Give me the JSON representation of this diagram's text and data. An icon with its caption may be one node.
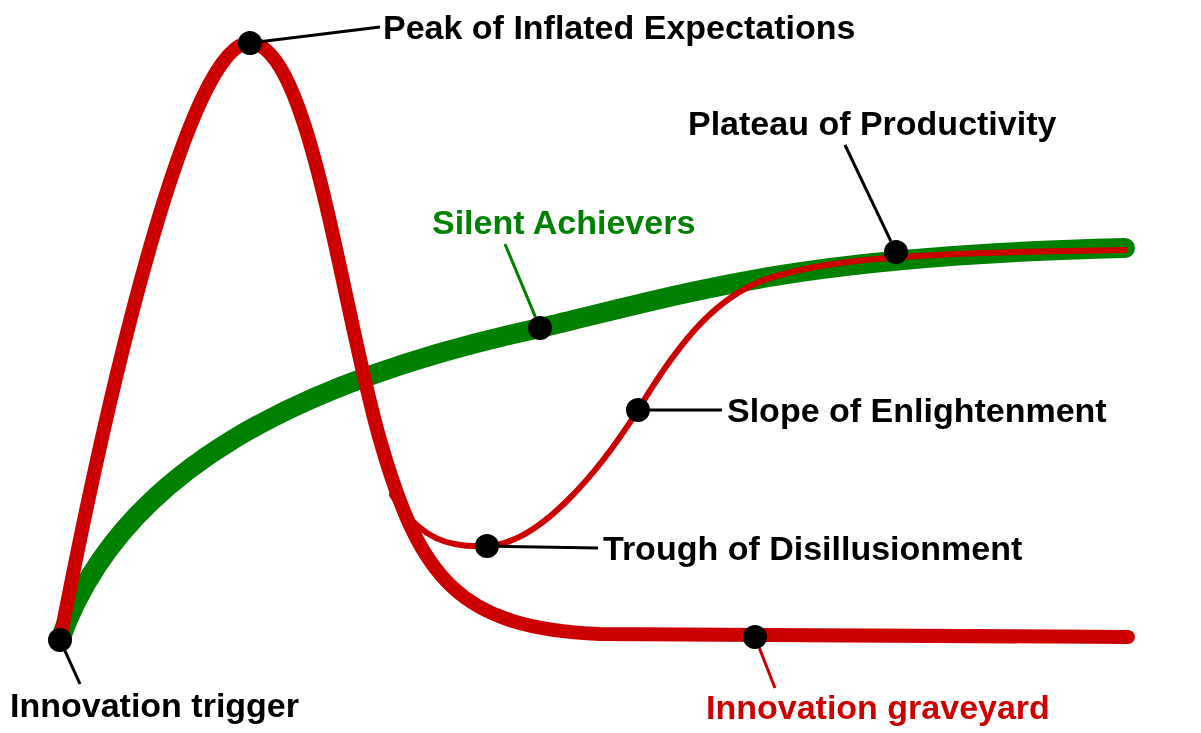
{
  "diagram": {
    "nodes": [
      {
        "text": [
          "Peak of Inflated Expectations"
        ]
      },
      {
        "text": [],
        "shape": "circle"
      },
      {
        "text": [
          "Plateau of Productivity"
        ]
      },
      {
        "text": [],
        "shape": "circle"
      },
      {
        "text": [
          "Silent Achievers"
        ]
      },
      {
        "text": [],
        "shape": "circle"
      },
      {
        "text": [
          "Slope of Enlightenment"
        ]
      },
      {
        "text": [],
        "shape": "circle"
      },
      {
        "text": [
          "Trough of Disillusionment"
        ]
      },
      {
        "text": [],
        "shape": "circle"
      },
      {
        "text": [],
        "shape": "circle"
      },
      {
        "text": [
          "Innovation trigger"
        ]
      },
      {
        "text": [],
        "shape": "circle"
      },
      {
        "text": [
          "Innovation graveyard"
        ]
      }
    ],
    "edges": [
      {
        "from": 0,
        "to": 1,
        "arrow": "none"
      },
      {
        "from": 2,
        "to": 3,
        "arrow": "none"
      },
      {
        "from": 4,
        "to": 5,
        "arrow": "none",
        "color": "#008000"
      },
      {
        "from": 6,
        "to": 7,
        "arrow": "none"
      },
      {
        "from": 8,
        "to": 9,
        "arrow": "none"
      },
      {
        "from": 11,
        "to": 10,
        "arrow": "none"
      },
      {
        "from": 13,
        "to": 12,
        "arrow": "none",
        "color": "#cc0000"
      }
    ]
  }
}
